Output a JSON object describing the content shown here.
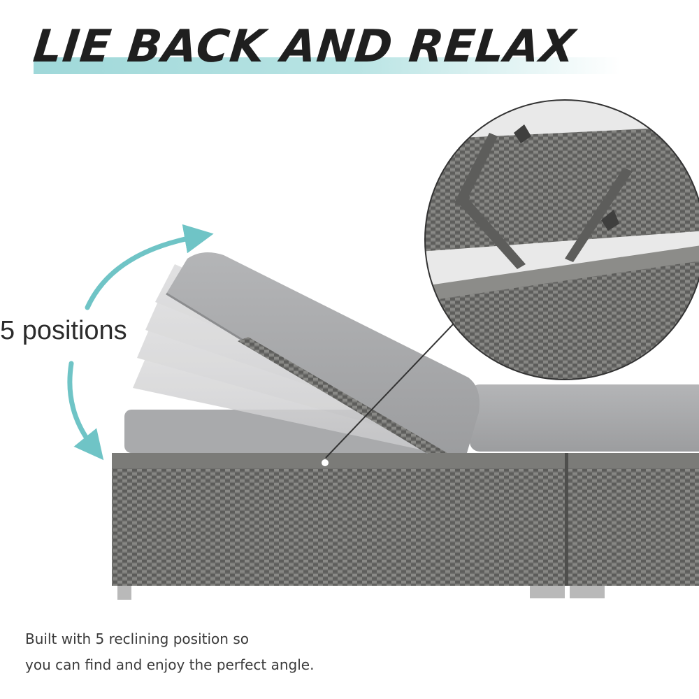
{
  "headline": {
    "text": "LIE BACK AND RELAX",
    "accent_color": "#a9dcdc"
  },
  "positions_label": "5 positions",
  "arrow_color": "#6fc4c6",
  "caption": {
    "line1": "Built with 5 reclining position so",
    "line2": "you can find and enjoy the perfect angle."
  },
  "colors": {
    "wicker": "#6e6e6c",
    "cushion": "#a7a8aa",
    "text": "#2b2b2b"
  }
}
